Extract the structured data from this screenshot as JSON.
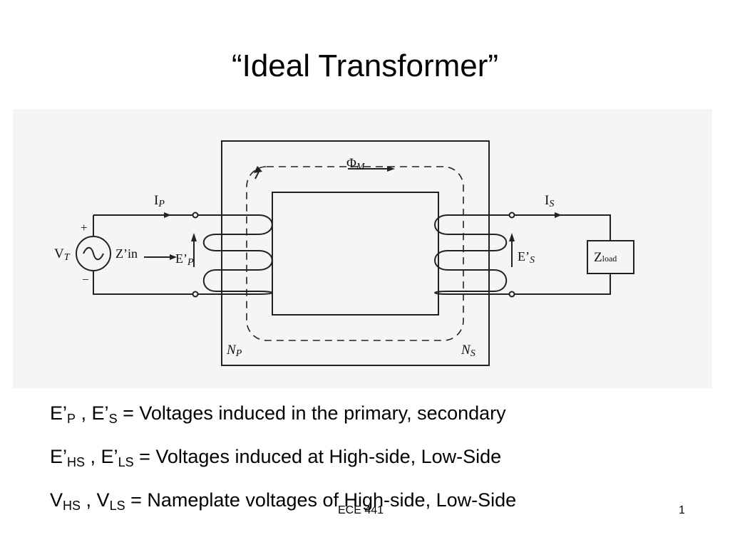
{
  "slide": {
    "title": "“Ideal Transformer”",
    "footer_center": "ECE 441",
    "page_number": "1"
  },
  "diagram": {
    "flux": "Φ",
    "flux_sub": "M",
    "ip": "I",
    "ip_sub": "P",
    "is": "I",
    "is_sub": "S",
    "vt": "V",
    "vt_sub": "T",
    "plus": "+",
    "minus": "−",
    "zin": "Z’in",
    "ep": "E’",
    "ep_sub": "P",
    "es": "E’",
    "es_sub": "S",
    "zload": "Z",
    "zload_sub": "load",
    "np": "N",
    "np_sub": "P",
    "ns": "N",
    "ns_sub": "S"
  },
  "lines": [
    {
      "a": "E’",
      "a_sub": "P",
      "sep": " , ",
      "b": "E’",
      "b_sub": "S",
      "rest": " = Voltages induced in the primary, secondary"
    },
    {
      "a": "E’",
      "a_sub": "HS",
      "sep": " , ",
      "b": "E’",
      "b_sub": "LS",
      "rest": " = Voltages induced at High-side, Low-Side"
    },
    {
      "a": "V",
      "a_sub": "HS",
      "sep": " , ",
      "b": "V",
      "b_sub": "LS",
      "rest": " = Nameplate voltages of High-side, Low-Side"
    }
  ]
}
